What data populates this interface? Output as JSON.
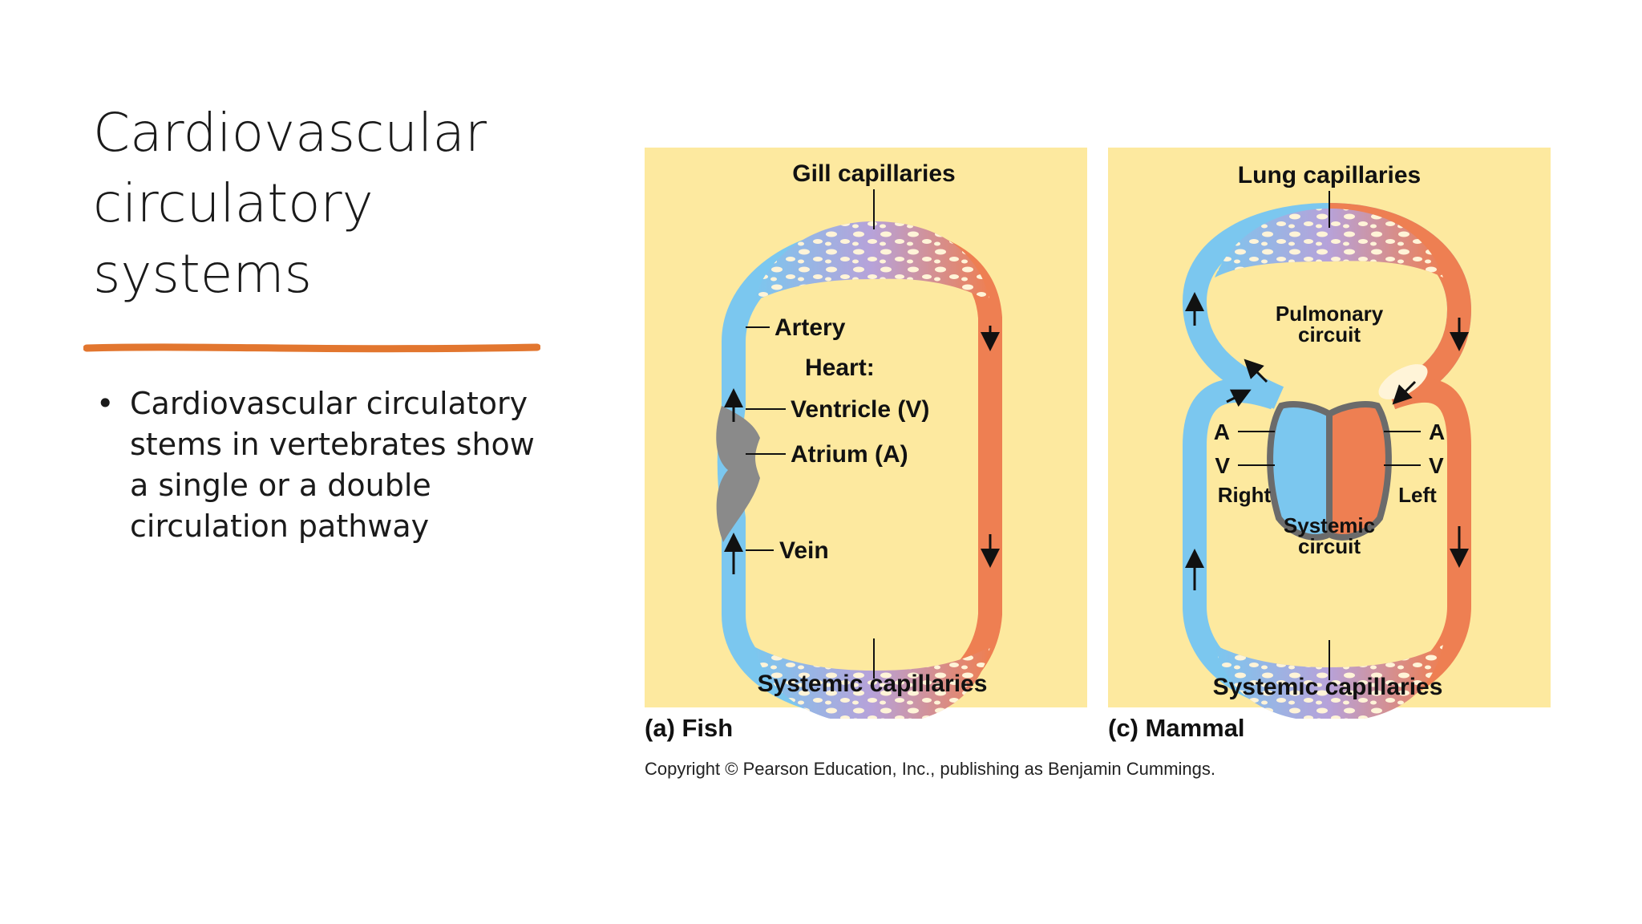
{
  "slide": {
    "title_lines": [
      "Cardiovascular",
      "circulatory",
      "systems"
    ],
    "bullets": [
      "Cardiovascular circulatory stems in vertebrates show a single or a double circulation pathway"
    ],
    "accent_color": "#e2762f"
  },
  "figure": {
    "fish": {
      "caption": "(a) Fish",
      "top_label": "Gill capillaries",
      "bottom_label": "Systemic capillaries",
      "artery_label": "Artery",
      "heart_label": "Heart:",
      "ventricle_label": "Ventricle (V)",
      "atrium_label": "Atrium (A)",
      "vein_label": "Vein"
    },
    "mammal": {
      "caption": "(c) Mammal",
      "top_label": "Lung capillaries",
      "pulmonary_label_1": "Pulmonary",
      "pulmonary_label_2": "circuit",
      "systemic_label_1": "Systemic",
      "systemic_label_2": "circuit",
      "bottom_label": "Systemic capillaries",
      "atrium_left_label": "A",
      "ventricle_left_label": "V",
      "atrium_right_label": "A",
      "ventricle_right_label": "V",
      "right_side_label": "Right",
      "left_side_label": "Left"
    },
    "copyright": "Copyright © Pearson Education, Inc., publishing as Benjamin Cummings.",
    "colors": {
      "background": "#fde99f",
      "oxygen_poor": "#7bc7ef",
      "oxygen_rich": "#ee7f52",
      "capillary_bed": "#b7a2d9",
      "heart": "#8a8a8a"
    }
  }
}
